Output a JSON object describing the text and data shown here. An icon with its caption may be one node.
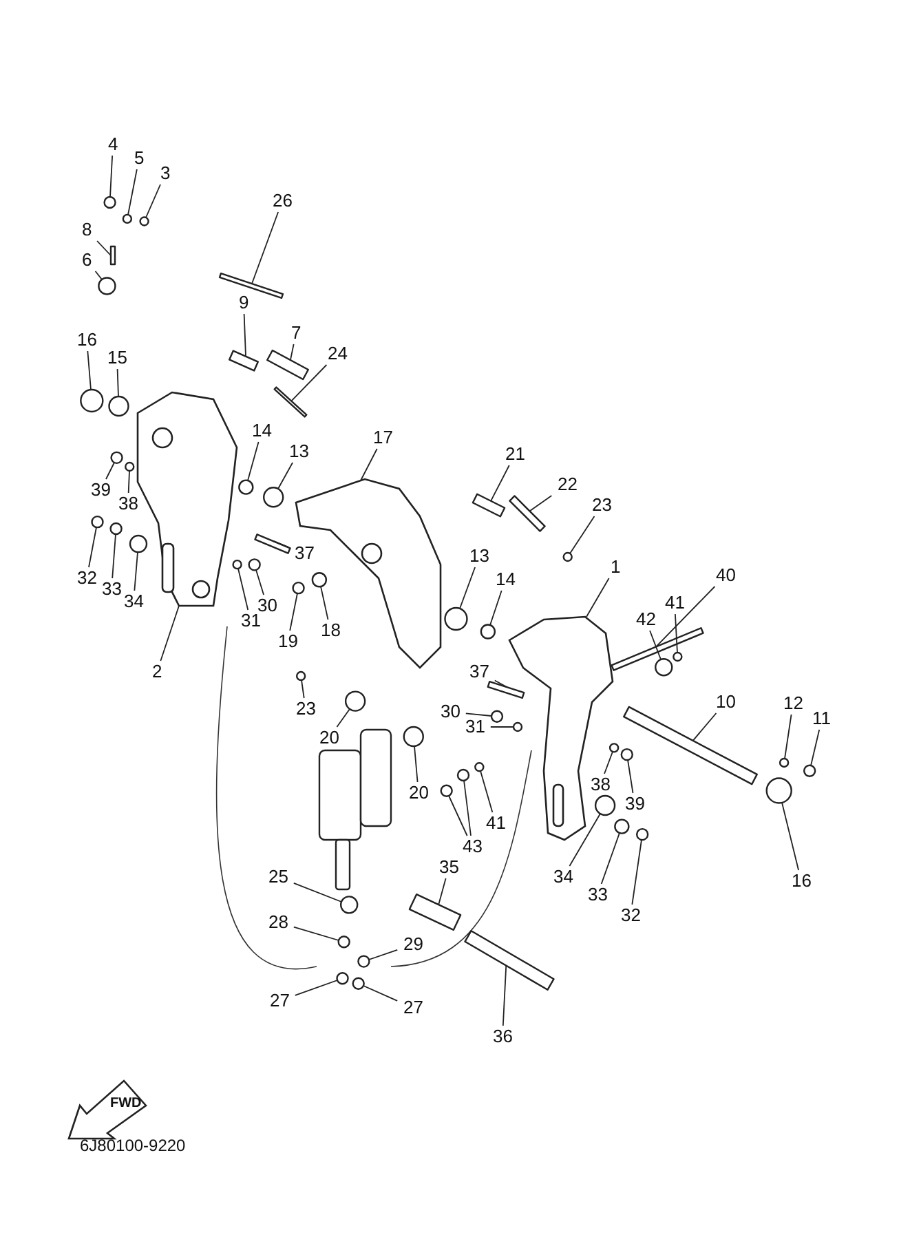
{
  "diagram": {
    "nodes": [
      {
        "text": [
          "4"
        ]
      },
      {
        "text": [
          "5"
        ]
      },
      {
        "text": [
          "3"
        ]
      },
      {
        "text": [
          "26"
        ]
      },
      {
        "text": [
          "8"
        ]
      },
      {
        "text": [
          "6"
        ]
      },
      {
        "text": [
          "9"
        ]
      },
      {
        "text": [
          "7"
        ]
      },
      {
        "text": [
          "24"
        ]
      },
      {
        "text": [
          "16"
        ]
      },
      {
        "text": [
          "15"
        ]
      },
      {
        "text": [
          "14"
        ]
      },
      {
        "text": [
          "13"
        ]
      },
      {
        "text": [
          "17"
        ]
      },
      {
        "text": [
          "21"
        ]
      },
      {
        "text": [
          "22"
        ]
      },
      {
        "text": [
          "23"
        ]
      },
      {
        "text": [
          "39"
        ]
      },
      {
        "text": [
          "38"
        ]
      },
      {
        "text": [
          "32"
        ]
      },
      {
        "text": [
          "33"
        ]
      },
      {
        "text": [
          "34"
        ]
      },
      {
        "text": [
          "37"
        ]
      },
      {
        "text": [
          "30"
        ]
      },
      {
        "text": [
          "31"
        ]
      },
      {
        "text": [
          "19"
        ]
      },
      {
        "text": [
          "18"
        ]
      },
      {
        "text": [
          "2"
        ]
      },
      {
        "text": [
          "13"
        ]
      },
      {
        "text": [
          "14"
        ]
      },
      {
        "text": [
          "1"
        ]
      },
      {
        "text": [
          "40"
        ]
      },
      {
        "text": [
          "41"
        ]
      },
      {
        "text": [
          "42"
        ]
      },
      {
        "text": [
          "37"
        ]
      },
      {
        "text": [
          "30"
        ]
      },
      {
        "text": [
          "31"
        ]
      },
      {
        "text": [
          "23"
        ]
      },
      {
        "text": [
          "20"
        ]
      },
      {
        "text": [
          "20"
        ]
      },
      {
        "text": [
          "10"
        ]
      },
      {
        "text": [
          "12"
        ]
      },
      {
        "text": [
          "11"
        ]
      },
      {
        "text": [
          "38"
        ]
      },
      {
        "text": [
          "39"
        ]
      },
      {
        "text": [
          "41"
        ]
      },
      {
        "text": [
          "43"
        ]
      },
      {
        "text": [
          "34"
        ]
      },
      {
        "text": [
          "33"
        ]
      },
      {
        "text": [
          "32"
        ]
      },
      {
        "text": [
          "16"
        ]
      },
      {
        "text": [
          "35"
        ]
      },
      {
        "text": [
          "25"
        ]
      },
      {
        "text": [
          "28"
        ]
      },
      {
        "text": [
          "29"
        ]
      },
      {
        "text": [
          "27"
        ]
      },
      {
        "text": [
          "27"
        ]
      },
      {
        "text": [
          "36"
        ]
      },
      {
        "text": [],
        "shape": "circle"
      },
      {
        "text": [],
        "shape": "circle"
      },
      {
        "text": [],
        "shape": "circle"
      },
      {
        "text": [],
        "shape": "bar"
      },
      {
        "text": [],
        "shape": "bar"
      },
      {
        "text": [],
        "shape": "circle"
      },
      {
        "text": [],
        "shape": "bar"
      },
      {
        "text": [],
        "shape": "bar"
      },
      {
        "text": [],
        "shape": "bar"
      },
      {
        "text": [],
        "shape": "circle"
      },
      {
        "text": [],
        "shape": "circle"
      },
      {
        "text": [],
        "shape": "circle"
      },
      {
        "text": [],
        "shape": "circle"
      },
      {
        "text": [],
        "shape": "picture"
      },
      {
        "text": [],
        "shape": "bar"
      },
      {
        "text": [],
        "shape": "bar"
      },
      {
        "text": [],
        "shape": "circle"
      },
      {
        "text": [],
        "shape": "circle"
      },
      {
        "text": [],
        "shape": "circle"
      },
      {
        "text": [],
        "shape": "circle"
      },
      {
        "text": [],
        "shape": "circle"
      },
      {
        "text": [],
        "shape": "circle"
      },
      {
        "text": [],
        "shape": "bar"
      },
      {
        "text": [],
        "shape": "circle"
      },
      {
        "text": [],
        "shape": "circle"
      },
      {
        "text": [],
        "shape": "circle"
      },
      {
        "text": [],
        "shape": "circle"
      },
      {
        "text": [],
        "shape": "picture"
      },
      {
        "text": [],
        "shape": "circle"
      },
      {
        "text": [],
        "shape": "circle"
      },
      {
        "text": [],
        "shape": "picture"
      },
      {
        "text": [],
        "shape": "bar"
      },
      {
        "text": [],
        "shape": "circle"
      },
      {
        "text": [],
        "shape": "circle"
      },
      {
        "text": [],
        "shape": "bar"
      },
      {
        "text": [],
        "shape": "circle"
      },
      {
        "text": [],
        "shape": "circle"
      },
      {
        "text": [],
        "shape": "circle"
      },
      {
        "text": [],
        "shape": "circle"
      },
      {
        "text": [],
        "shape": "circle"
      },
      {
        "text": [],
        "shape": "bar"
      },
      {
        "text": [],
        "shape": "circle"
      },
      {
        "text": [],
        "shape": "circle"
      },
      {
        "text": [],
        "shape": "circle"
      },
      {
        "text": [],
        "shape": "circle"
      },
      {
        "text": [],
        "shape": "circle"
      },
      {
        "text": [],
        "shape": "circle"
      },
      {
        "text": [],
        "shape": "circle"
      },
      {
        "text": [],
        "shape": "circle"
      },
      {
        "text": [],
        "shape": "circle"
      },
      {
        "text": [],
        "shape": "circle"
      },
      {
        "text": [],
        "shape": "circle"
      },
      {
        "text": [],
        "shape": "bar"
      },
      {
        "text": [],
        "shape": "circle"
      },
      {
        "text": [],
        "shape": "circle"
      },
      {
        "text": [],
        "shape": "circle"
      },
      {
        "text": [],
        "shape": "circle"
      },
      {
        "text": [],
        "shape": "circle"
      },
      {
        "text": [],
        "shape": "bar"
      }
    ],
    "edges": [
      {
        "from": 0,
        "to": 58,
        "arrow": "none"
      },
      {
        "from": 1,
        "to": 59,
        "arrow": "none"
      },
      {
        "from": 2,
        "to": 60,
        "arrow": "none"
      },
      {
        "from": 3,
        "to": 61,
        "arrow": "none"
      },
      {
        "from": 4,
        "to": 62,
        "arrow": "none"
      },
      {
        "from": 5,
        "to": 63,
        "arrow": "none"
      },
      {
        "from": 6,
        "to": 64,
        "arrow": "none"
      },
      {
        "from": 7,
        "to": 65,
        "arrow": "none"
      },
      {
        "from": 8,
        "to": 66,
        "arrow": "none"
      },
      {
        "from": 9,
        "to": 67,
        "arrow": "none"
      },
      {
        "from": 10,
        "to": 68,
        "arrow": "none"
      },
      {
        "from": 11,
        "to": 69,
        "arrow": "none"
      },
      {
        "from": 12,
        "to": 70,
        "arrow": "none"
      },
      {
        "from": 13,
        "to": 71,
        "arrow": "none"
      },
      {
        "from": 14,
        "to": 72,
        "arrow": "none"
      },
      {
        "from": 15,
        "to": 73,
        "arrow": "none"
      },
      {
        "from": 16,
        "to": 74,
        "arrow": "none"
      },
      {
        "from": 17,
        "to": 75,
        "arrow": "none"
      },
      {
        "from": 18,
        "to": 76,
        "arrow": "none"
      },
      {
        "from": 19,
        "to": 77,
        "arrow": "none"
      },
      {
        "from": 20,
        "to": 78,
        "arrow": "none"
      },
      {
        "from": 21,
        "to": 79,
        "arrow": "none"
      },
      {
        "from": 22,
        "to": 80,
        "arrow": "none"
      },
      {
        "from": 23,
        "to": 81,
        "arrow": "none"
      },
      {
        "from": 24,
        "to": 82,
        "arrow": "none"
      },
      {
        "from": 25,
        "to": 83,
        "arrow": "none"
      },
      {
        "from": 26,
        "to": 84,
        "arrow": "none"
      },
      {
        "from": 27,
        "to": 85,
        "arrow": "none"
      },
      {
        "from": 28,
        "to": 86,
        "arrow": "none"
      },
      {
        "from": 29,
        "to": 87,
        "arrow": "none"
      },
      {
        "from": 30,
        "to": 88,
        "arrow": "none"
      },
      {
        "from": 31,
        "to": 89,
        "arrow": "none"
      },
      {
        "from": 32,
        "to": 90,
        "arrow": "none"
      },
      {
        "from": 33,
        "to": 91,
        "arrow": "none"
      },
      {
        "from": 34,
        "to": 92,
        "arrow": "none"
      },
      {
        "from": 35,
        "to": 93,
        "arrow": "none"
      },
      {
        "from": 36,
        "to": 94,
        "arrow": "none"
      },
      {
        "from": 37,
        "to": 95,
        "arrow": "none"
      },
      {
        "from": 38,
        "to": 96,
        "arrow": "none"
      },
      {
        "from": 39,
        "to": 97,
        "arrow": "none"
      },
      {
        "from": 40,
        "to": 98,
        "arrow": "none"
      },
      {
        "from": 41,
        "to": 99,
        "arrow": "none"
      },
      {
        "from": 42,
        "to": 100,
        "arrow": "none"
      },
      {
        "from": 43,
        "to": 101,
        "arrow": "none"
      },
      {
        "from": 44,
        "to": 102,
        "arrow": "none"
      },
      {
        "from": 45,
        "to": 103,
        "arrow": "none"
      },
      {
        "from": 46,
        "to": 104,
        "arrow": "none"
      },
      {
        "from": 46,
        "to": 105,
        "arrow": "none"
      },
      {
        "from": 47,
        "to": 106,
        "arrow": "none"
      },
      {
        "from": 48,
        "to": 107,
        "arrow": "none"
      },
      {
        "from": 49,
        "to": 108,
        "arrow": "none"
      },
      {
        "from": 50,
        "to": 109,
        "arrow": "none"
      },
      {
        "from": 51,
        "to": 110,
        "arrow": "none"
      },
      {
        "from": 52,
        "to": 111,
        "arrow": "none"
      },
      {
        "from": 53,
        "to": 112,
        "arrow": "none"
      },
      {
        "from": 54,
        "to": 113,
        "arrow": "none"
      },
      {
        "from": 55,
        "to": 114,
        "arrow": "none"
      },
      {
        "from": 56,
        "to": 115,
        "arrow": "none"
      },
      {
        "from": 57,
        "to": 116,
        "arrow": "none"
      }
    ],
    "labels": [
      "FWD",
      "6J80100-9220"
    ]
  }
}
